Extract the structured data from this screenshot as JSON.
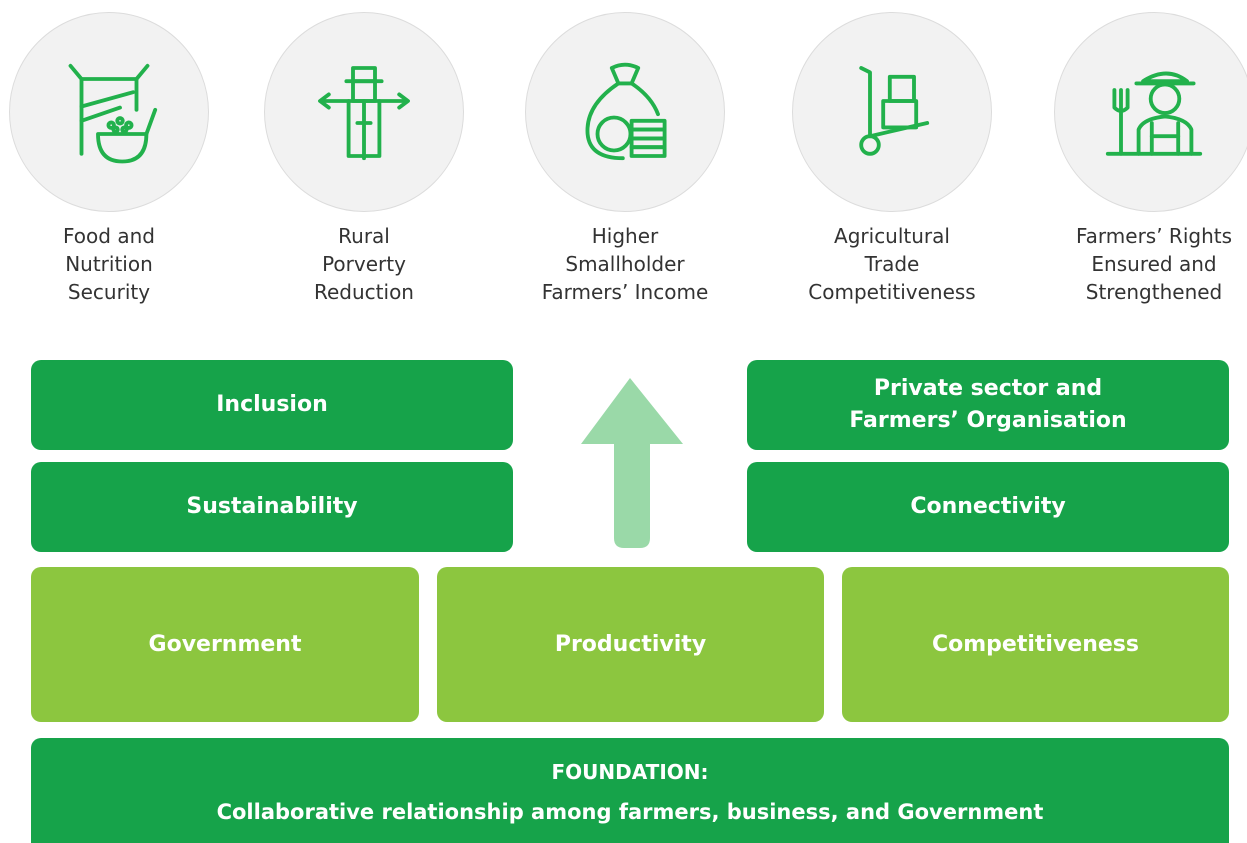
{
  "goals": [
    {
      "icon": "food-bowl-icon",
      "lines": [
        "Food and",
        "Nutrition",
        "Security"
      ]
    },
    {
      "icon": "scarecrow-icon",
      "lines": [
        "Rural",
        "Porverty",
        "Reduction"
      ]
    },
    {
      "icon": "money-bag-icon",
      "lines": [
        "Higher",
        "Smallholder",
        "Farmers’ Income"
      ]
    },
    {
      "icon": "hand-truck-icon",
      "lines": [
        "Agricultural",
        "Trade",
        "Competitiveness"
      ]
    },
    {
      "icon": "farmer-icon",
      "lines": [
        "Farmers’ Rights",
        "Ensured and",
        "Strengthened"
      ]
    }
  ],
  "pillars": {
    "inclusion": "Inclusion",
    "sustainability": "Sustainability",
    "private_sector": [
      "Private sector and",
      "Farmers’ Organisation"
    ],
    "connectivity": "Connectivity",
    "government": "Government",
    "productivity": "Productivity",
    "competitiveness": "Competitiveness"
  },
  "foundation": {
    "title": "FOUNDATION:",
    "text": "Collaborative relationship among farmers, business, and Government"
  },
  "colors": {
    "dark_green": "#16a34a",
    "light_green": "#8cc63f",
    "arrow": "#9ad9a8",
    "icon_stroke": "#22b14c"
  }
}
